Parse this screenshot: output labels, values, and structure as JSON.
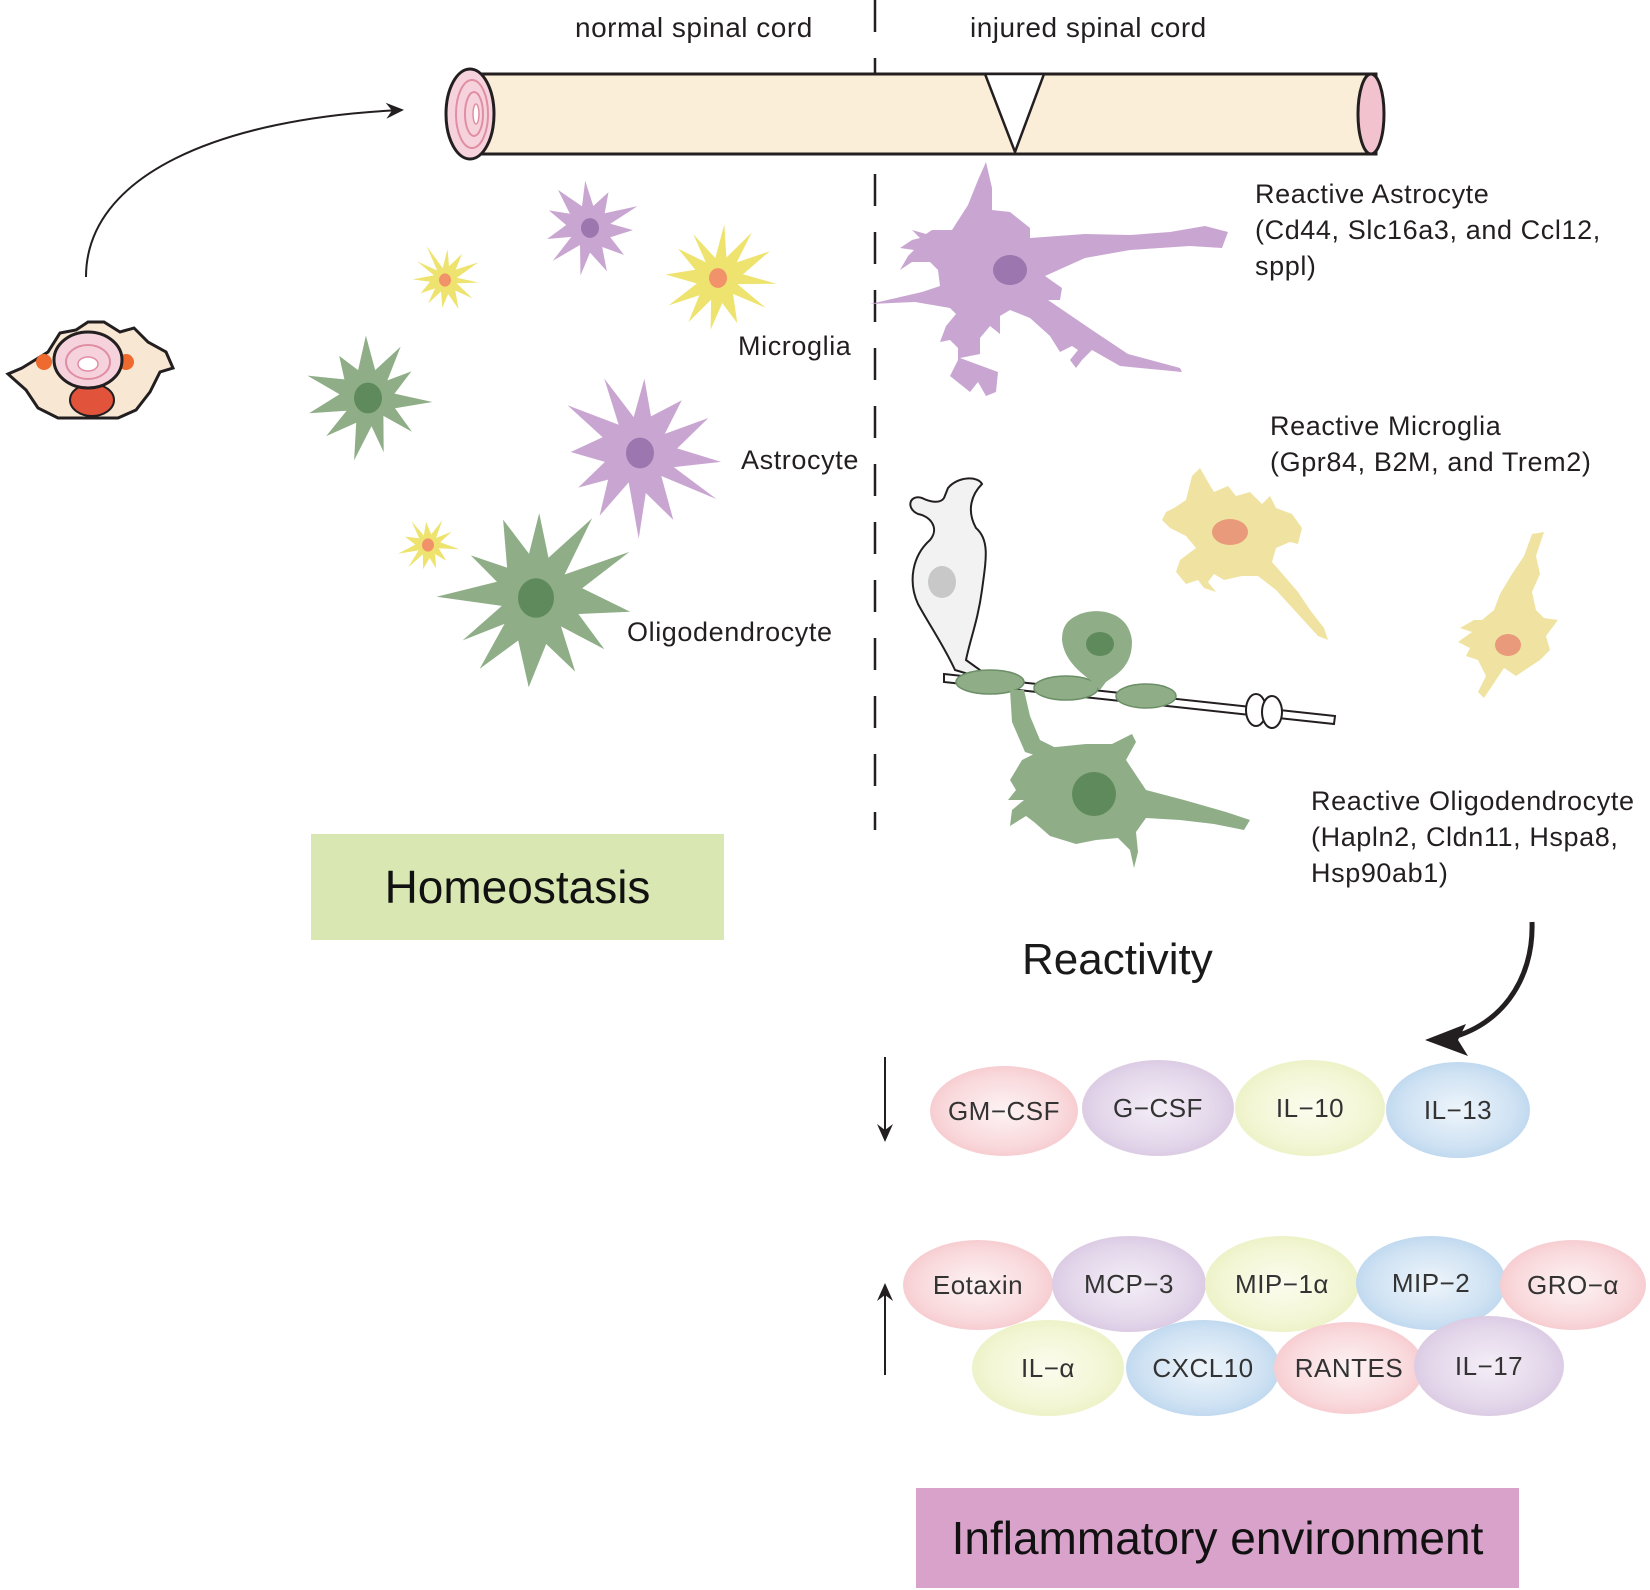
{
  "headers": {
    "normal": "normal spinal cord",
    "injured": "injured spinal cord"
  },
  "normal_labels": {
    "microglia": "Microglia",
    "astrocyte": "Astrocyte",
    "oligodendrocyte": "Oligodendrocyte"
  },
  "reactive": {
    "astrocyte": [
      "Reactive Astrocyte",
      "(Cd44, Slc16a3, and Ccl12,",
      "sppl)"
    ],
    "microglia": [
      "Reactive Microglia",
      "(Gpr84, B2M, and Trem2)"
    ],
    "oligodendrocyte": [
      "Reactive Oligodendrocyte",
      "(Hapln2, Cldn11, Hspa8,",
      "Hsp90ab1)"
    ]
  },
  "boxes": {
    "homeostasis": "Homeostasis",
    "inflammatory": "Inflammatory environment"
  },
  "reactivity": "Reactivity",
  "cytokines_down": [
    {
      "label": "GM−CSF",
      "color": "pink"
    },
    {
      "label": "G−CSF",
      "color": "purple"
    },
    {
      "label": "IL−10",
      "color": "yellow"
    },
    {
      "label": "IL−13",
      "color": "blue"
    }
  ],
  "cytokines_up": [
    {
      "label": "Eotaxin",
      "color": "pink"
    },
    {
      "label": "MCP−3",
      "color": "purple"
    },
    {
      "label": "MIP−1α",
      "color": "yellow"
    },
    {
      "label": "MIP−2",
      "color": "blue"
    },
    {
      "label": "GRO−α",
      "color": "pink"
    },
    {
      "label": "IL−α",
      "color": "yellow"
    },
    {
      "label": "CXCL10",
      "color": "blue"
    },
    {
      "label": "RANTES",
      "color": "pink"
    },
    {
      "label": "IL−17",
      "color": "purple"
    }
  ],
  "colors": {
    "astrocyte": "#c9a6d1",
    "astrocyte_nucleus": "#9c76ae",
    "microglia": "#eee36e",
    "microglia_nucleus": "#f2926b",
    "oligodendrocyte": "#8fae88",
    "oligodendrocyte_nucleus": "#5f8b5c",
    "reactive_microglia": "#f0e3a2",
    "reactive_microglia_nucleus": "#e99a7a",
    "cord_fill": "#fbeed9",
    "cord_end": "#f2c3cf",
    "homeostasis_box": "#d9e8b3",
    "inflammatory_box": "#d8a2cb"
  }
}
